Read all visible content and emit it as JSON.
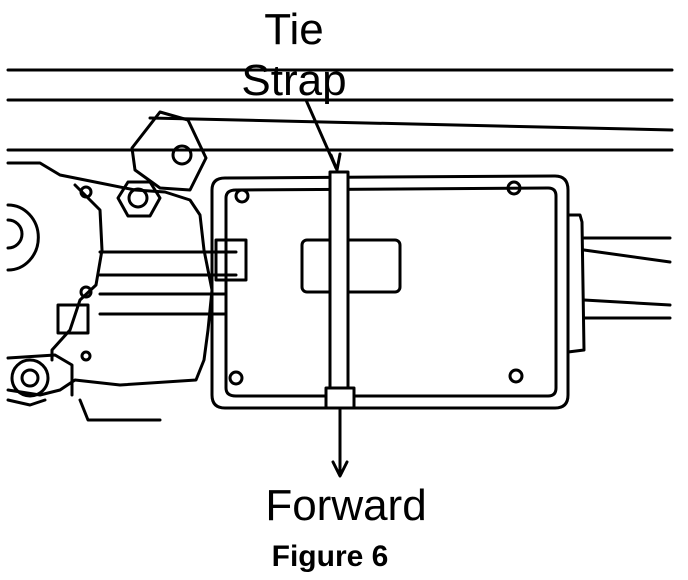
{
  "labels": {
    "tie": "Tie",
    "strap": "Strap",
    "forward": "Forward",
    "caption": "Figure 6"
  }
}
